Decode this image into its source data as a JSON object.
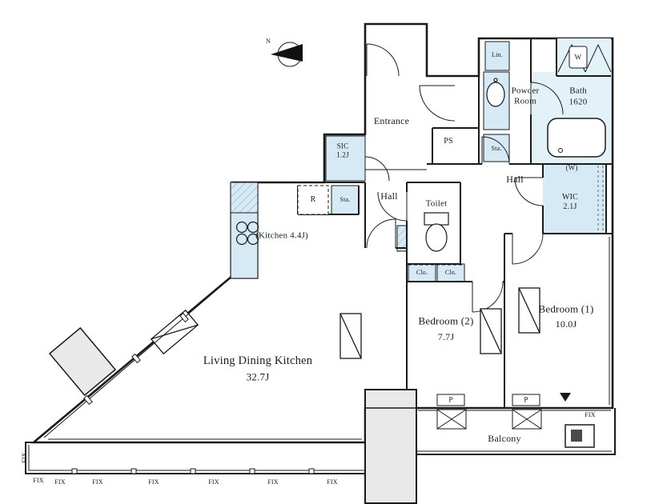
{
  "compass": {
    "label": "N"
  },
  "rooms": {
    "entrance": "Entrance",
    "hall_left": "Hall",
    "hall_right": "Hall",
    "toilet": "Toilet",
    "powder_line1": "Powder",
    "powder_line2": "Room",
    "bath_name": "Bath",
    "bath_size": "1620",
    "sic_name": "SIC",
    "sic_size": "1.2J",
    "wic_note": "(W)",
    "wic_name": "WIC",
    "wic_size": "2.1J",
    "kitchen": "(Kitchen 4.4J)",
    "ldk_name": "Living Dining Kitchen",
    "ldk_size": "32.7J",
    "bedroom2_name": "Bedroom (2)",
    "bedroom2_size": "7.7J",
    "bedroom1_name": "Bedroom (1)",
    "bedroom1_size": "10.0J",
    "balcony": "Balcony"
  },
  "storage": {
    "lin": "Lin.",
    "washer": "W",
    "ps": "PS",
    "sta_top": "Sta.",
    "sta_kitchen": "Sta.",
    "fridge": "R",
    "clo_left": "Clo.",
    "clo_right": "Clo.",
    "p_left": "P",
    "p_right": "P"
  },
  "windows": {
    "fix": [
      "FIX",
      "FIX",
      "FIX",
      "FIX",
      "FIX",
      "FIX",
      "FIX",
      "FIX",
      "FIX"
    ]
  },
  "colors": {
    "wall": "#1a1a1a",
    "fixture_blue": "#d6eaf6",
    "bath_blue": "#e3f1f8",
    "shade_gray": "#e9e9e9"
  }
}
